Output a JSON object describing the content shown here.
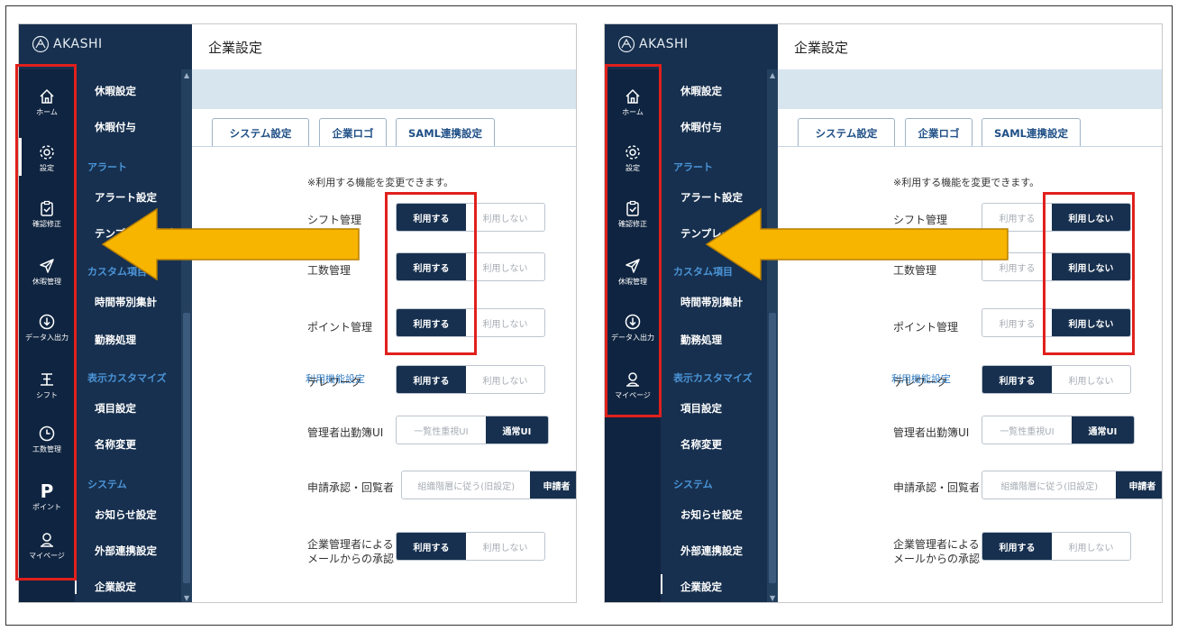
{
  "app": {
    "logo": "AKASHI"
  },
  "page_title": "企業設定",
  "rail": {
    "home": "ホーム",
    "settings": "設定",
    "confirm": "確認修正",
    "leave": "休暇管理",
    "data_io": "データ入出力",
    "shift": "シフト",
    "work_mgmt": "工数管理",
    "point_letter": "P",
    "point": "ポイント",
    "mypage": "マイページ"
  },
  "sidebar": {
    "leave_settings": "休暇設定",
    "leave_grant": "休暇付与",
    "cat_alert": "アラート",
    "alert_settings": "アラート設定",
    "template_settings": "テンプレート設定",
    "cat_custom_items": "カスタム項目",
    "time_zone_summary": "時間帯別集計",
    "attendance_processing": "勤務処理",
    "cat_display_custom": "表示カスタマイズ",
    "item_settings": "項目設定",
    "rename": "名称変更",
    "cat_system": "システム",
    "notice_settings": "お知らせ設定",
    "external_link_settings": "外部連携設定",
    "company_settings": "企業設定"
  },
  "tabs": {
    "system": "システム設定",
    "logo": "企業ロゴ",
    "saml": "SAML連携設定"
  },
  "notice": "※利用する機能を変更できます。",
  "group_label": "利用機能設定",
  "features": {
    "shift": "シフト管理",
    "work": "工数管理",
    "point": "ポイント管理",
    "telework": "テレワーク",
    "admin_ui": "管理者出勤簿UI",
    "approval": "申請承認・回覧者",
    "mail_approval_1": "企業管理者による",
    "mail_approval_2": "メールからの承認"
  },
  "options": {
    "use": "利用する",
    "not_use": "利用しない",
    "overview_ui": "一覧性重視UI",
    "normal_ui": "通常UI",
    "legacy": "組織階層に従う(旧設定)",
    "applicant": "申請者"
  },
  "states": {
    "before": {
      "shift": "use",
      "work": "use",
      "point": "use"
    },
    "after": {
      "shift": "not_use",
      "work": "not_use",
      "point": "not_use"
    }
  },
  "colors": {
    "sidebar": "#17304f",
    "rail": "#0f2440",
    "accent_blue": "#4b95d8",
    "toggle_on": "#17304f",
    "highlight_red": "#e0201c",
    "arrow_yellow": "#f7b500"
  },
  "icons": [
    "home-icon",
    "gear-icon",
    "clipboard-check-icon",
    "airplane-icon",
    "download-icon",
    "shift-icon",
    "clock-icon",
    "person-icon"
  ]
}
